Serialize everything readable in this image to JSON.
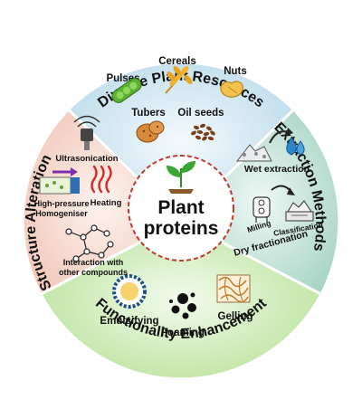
{
  "center": {
    "title_line1": "Plant",
    "title_line2": "proteins",
    "icon": "plant-sprout-icon"
  },
  "ring": {
    "top": "Diverse Plant Resources",
    "right": "Extraction Methods",
    "bottom": "Functionality Enhancement",
    "left": "Structure Alteration"
  },
  "resources": {
    "pulses": "Pulses",
    "cereals": "Cereals",
    "nuts": "Nuts",
    "tubers": "Tubers",
    "oil_seeds": "Oil seeds"
  },
  "extraction": {
    "wet": "Wet extraction",
    "milling": "Milling",
    "classification": "Classification",
    "dry": "Dry fractionation"
  },
  "functionality": {
    "emulsifying": "Emulsifying",
    "foaming": "Foaming",
    "gelling": "Gelling"
  },
  "structure": {
    "ultrasonication": "Ultrasonication",
    "hp_line1": "High-pressure",
    "hp_line2": "Homogeniser",
    "heating": "Heating",
    "inter_line1": "Interaction with",
    "inter_line2": "other compounds"
  },
  "colors": {
    "top_sector": "#cfe6f2",
    "right_sector": "#bfe0d6",
    "bottom_sector": "#cdeab8",
    "left_sector": "#f6dcd2",
    "center_dashed": "#c0392b",
    "leaf_green": "#3aa535"
  }
}
